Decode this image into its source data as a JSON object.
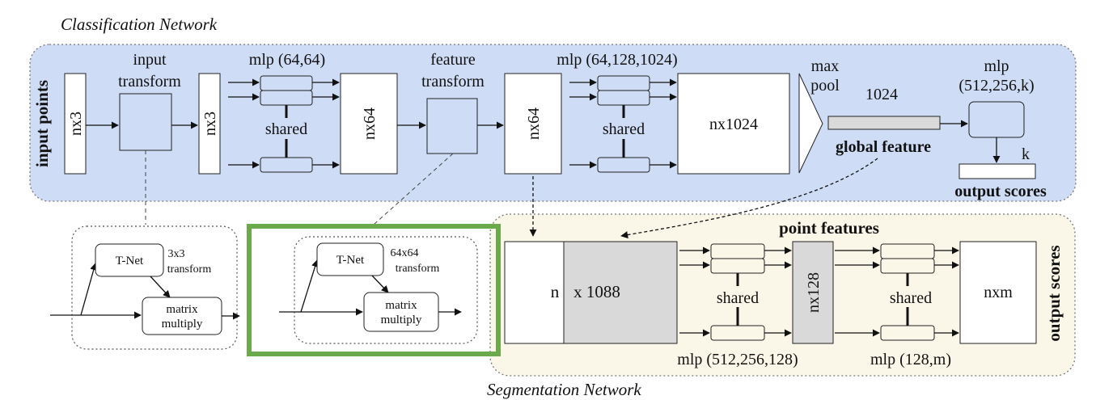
{
  "classification": {
    "title": "Classification Network",
    "input_points": "input points",
    "input_size": "nx3",
    "input_transform": [
      "input",
      "transform"
    ],
    "after_transform_size": "nx3",
    "mlp1": "mlp (64,64)",
    "shared": "shared",
    "feat1_size": "nx64",
    "feature_transform": [
      "feature",
      "transform"
    ],
    "feat2_size": "nx64",
    "mlp2": "mlp (64,128,1024)",
    "feat3_size": "nx1024",
    "max_pool": [
      "max",
      "pool"
    ],
    "global_dim": "1024",
    "global_feature": "global feature",
    "mlp3": [
      "mlp",
      "(512,256,k)"
    ],
    "k": "k",
    "output_scores": "output scores"
  },
  "tnets": [
    {
      "tnet": "T-Net",
      "transform": [
        "3x3",
        "transform"
      ],
      "matrix": [
        "matrix",
        "multiply"
      ]
    },
    {
      "tnet": "T-Net",
      "transform": [
        "64x64",
        "transform"
      ],
      "matrix": [
        "matrix",
        "multiply"
      ]
    }
  ],
  "segmentation": {
    "title": "Segmentation Network",
    "point_features": "point features",
    "n": "n",
    "concat_size": "x 1088",
    "shared": "shared",
    "feat_size": "nx128",
    "out_size": "nxm",
    "mlp1": "mlp (512,256,128)",
    "mlp2": "mlp (128,m)",
    "output_scores": "output scores"
  },
  "colors": {
    "classification_bg": "#cfdcf5",
    "segmentation_bg": "#fbf7e8",
    "highlight": "#6aaa4a",
    "gray_box": "#d9d9d9"
  }
}
